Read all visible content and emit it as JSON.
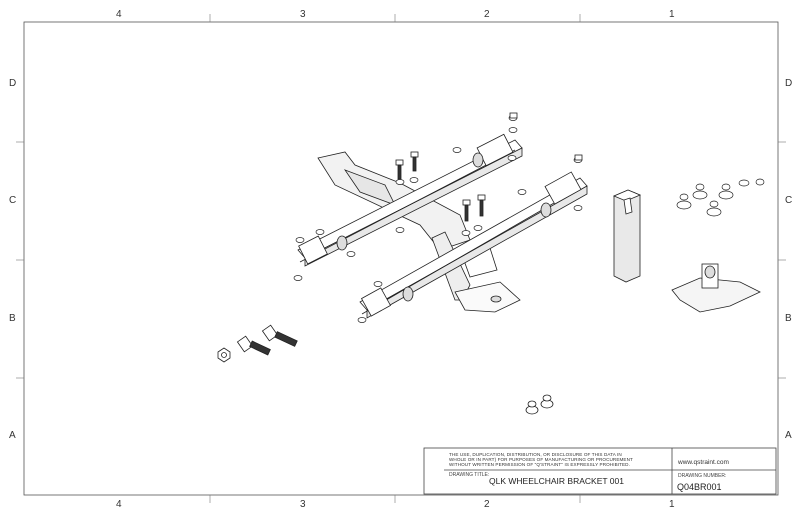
{
  "zones": {
    "columns": [
      "4",
      "3",
      "2",
      "1"
    ],
    "rows": [
      "D",
      "C",
      "B",
      "A"
    ]
  },
  "title_block": {
    "notice": "THE USE, DUPLICATION, DISTRIBUTION, OR DISCLOSURE OF THIS DATA IN WHOLE OR IN PART) FOR PURPOSES OF MANUFACTURING OR PROCUREMENT WITHOUT WRITTEN PERMISSION OF \"Q'STRAINT\" IS EXPRESSLY PROHIBITED.",
    "title_label": "DRAWING TITLE:",
    "title": "QLK WHEELCHAIR BRACKET 001",
    "website": "www.qstraint.com",
    "number_label": "DRAWING NUMBER:",
    "number": "Q04BR001"
  }
}
